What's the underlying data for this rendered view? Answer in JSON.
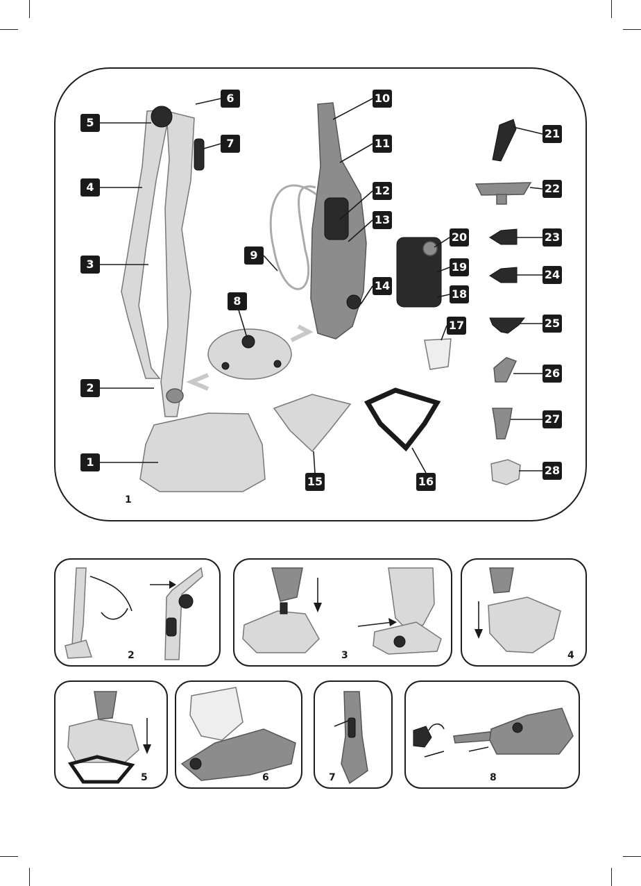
{
  "main_figure": {
    "number": "1",
    "labels": [
      "1",
      "2",
      "3",
      "4",
      "5",
      "6",
      "7",
      "8",
      "9",
      "10",
      "11",
      "12",
      "13",
      "14",
      "15",
      "16",
      "17",
      "18",
      "19",
      "20",
      "21",
      "22",
      "23",
      "24",
      "25",
      "26",
      "27",
      "28"
    ]
  },
  "steps": [
    {
      "number": "2"
    },
    {
      "number": "3"
    },
    {
      "number": "4"
    },
    {
      "number": "5"
    },
    {
      "number": "6"
    },
    {
      "number": "7"
    },
    {
      "number": "8"
    }
  ],
  "colors": {
    "ink": "#1a1a1a",
    "part_light": "#d9d9d9",
    "part_dark": "#8c8c8c",
    "arrow": "#c8c8c8"
  }
}
